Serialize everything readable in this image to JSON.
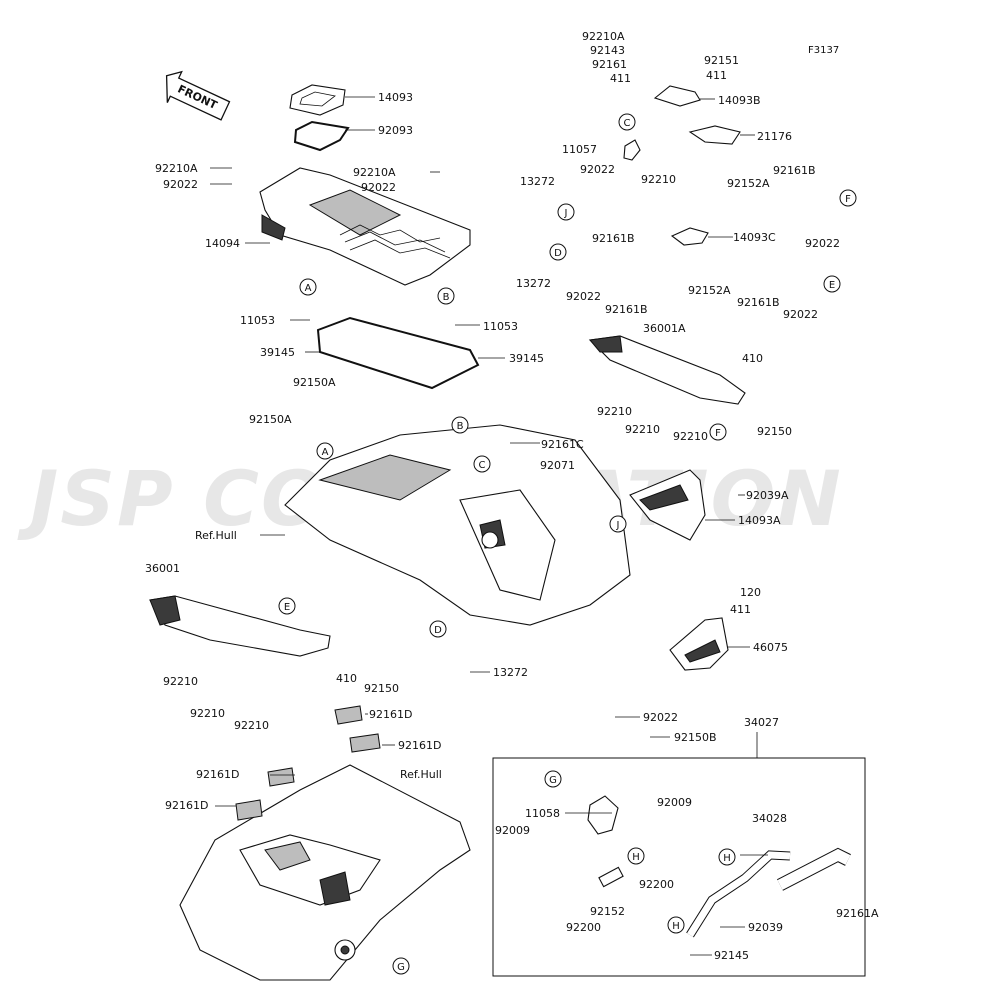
{
  "figure_code": "F3137",
  "front_arrow_label": "FRONT",
  "watermark": "JSP CORPORATION",
  "callout_letters": [
    "A",
    "B",
    "C",
    "D",
    "E",
    "F",
    "J",
    "G",
    "H"
  ],
  "part_labels": {
    "p14093_top": "14093",
    "p92093": "92093",
    "p92210A_left": "92210A",
    "p92022_left": "92022",
    "p92210A_mid": "92210A",
    "p92022_mid": "92022",
    "p14094": "14094",
    "p11053_left": "11053",
    "p11053_right": "11053",
    "p39145_left": "39145",
    "p39145_right": "39145",
    "p92150A_a": "92150A",
    "p92150A_b": "92150A",
    "pRefHull_a": "Ref.Hull",
    "p36001": "36001",
    "p92210_l1": "92210",
    "p92210_l2": "92210",
    "p92210_l3": "92210",
    "p410_l": "410",
    "p92150_l": "92150",
    "p13272_bottom": "13272",
    "p92210A_t": "92210A",
    "p92143": "92143",
    "p92161": "92161",
    "p92151": "92151",
    "p411_a": "411",
    "p411_b": "411",
    "p14093B": "14093B",
    "p11057": "11057",
    "p21176": "21176",
    "p13272_a": "13272",
    "p92022_a": "92022",
    "p92210_c": "92210",
    "p92152A_a": "92152A",
    "p92161B_a": "92161B",
    "p92161B_b": "92161B",
    "p14093C": "14093C",
    "p92022_b": "92022",
    "p13272_b": "13272",
    "p92022_c": "92022",
    "p92161B_c": "92161B",
    "p92152A_b": "92152A",
    "p92161B_d": "92161B",
    "p92022_d": "92022",
    "p36001A": "36001A",
    "p410_r": "410",
    "p92210_r1": "92210",
    "p92210_r2": "92210",
    "p92210_r3": "92210",
    "p92150_r": "92150",
    "p92161C": "92161C",
    "p92071": "92071",
    "p92039A": "92039A",
    "p14093A": "14093A",
    "p120": "120",
    "p411_c": "411",
    "p46075": "46075",
    "p92161D_a": "92161D",
    "p92161D_b": "92161D",
    "p92161D_c": "92161D",
    "p92161D_d": "92161D",
    "pRefHull_b": "Ref.Hull",
    "p92022_e": "92022",
    "p92150B": "92150B",
    "p34027": "34027",
    "p11058": "11058",
    "p92009_a": "92009",
    "p92009_b": "92009",
    "p34028": "34028",
    "p92200_a": "92200",
    "p92200_b": "92200",
    "p92152": "92152",
    "p92161A": "92161A",
    "p92039": "92039",
    "p92145": "92145"
  }
}
